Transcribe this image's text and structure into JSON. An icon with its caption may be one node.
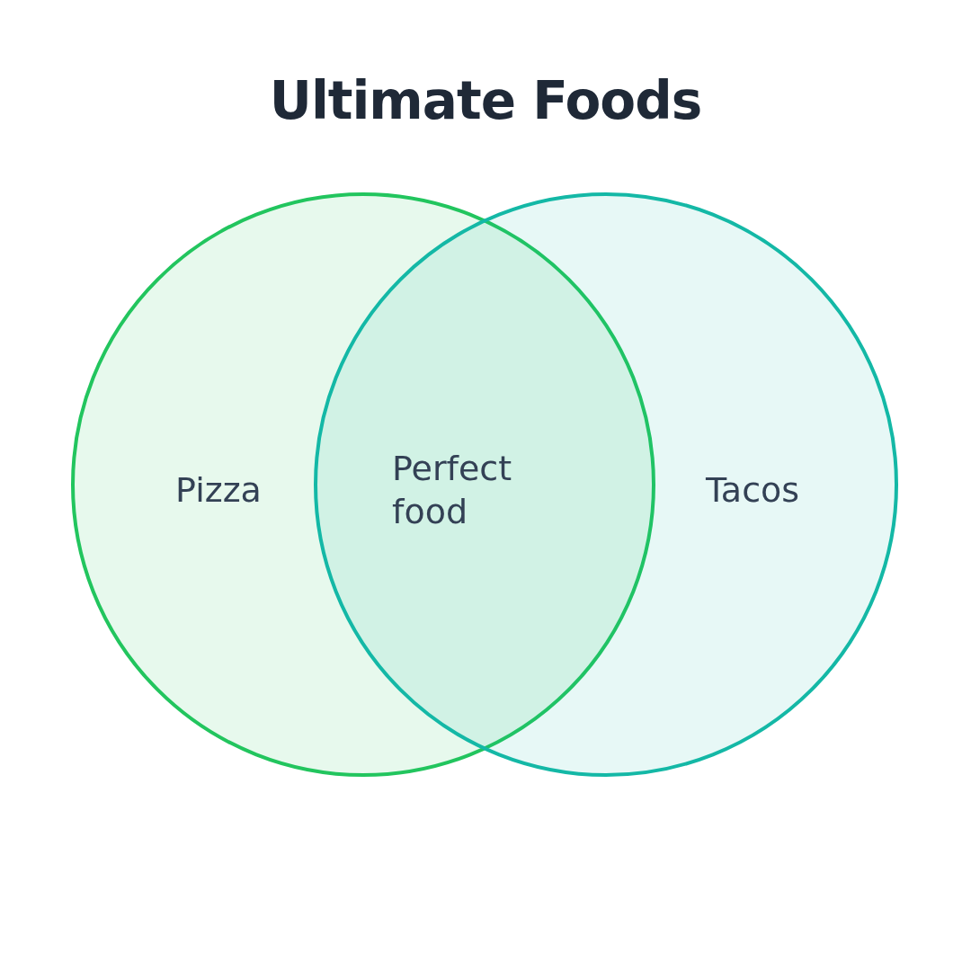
{
  "diagram": {
    "title": "Ultimate Foods",
    "nodes": [
      {
        "text": [
          "Pizza"
        ]
      },
      {
        "text": [
          "Tacos"
        ]
      },
      {
        "text": [
          "Perfect food"
        ]
      }
    ]
  }
}
